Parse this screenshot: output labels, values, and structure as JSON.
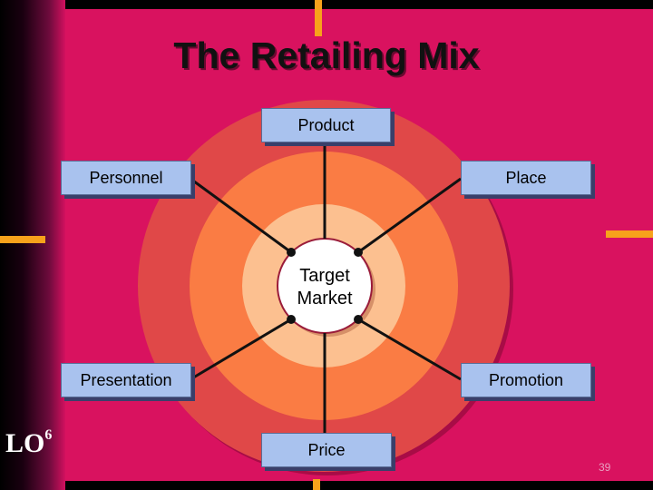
{
  "title": "The Retailing Mix",
  "center": {
    "line1": "Target",
    "line2": "Market"
  },
  "boxes": {
    "product": "Product",
    "personnel": "Personnel",
    "place": "Place",
    "presentation": "Presentation",
    "promotion": "Promotion",
    "price": "Price"
  },
  "lo": {
    "text": "LO",
    "sup": "6"
  },
  "page_number": "39",
  "colors": {
    "background": "#d9125f",
    "ring_outer": "#e04848",
    "ring_middle": "#fa7c44",
    "ring_inner": "#fcc090",
    "center": "#ffffff",
    "box_fill": "#a9c2ee",
    "accent": "#f7a21b"
  }
}
